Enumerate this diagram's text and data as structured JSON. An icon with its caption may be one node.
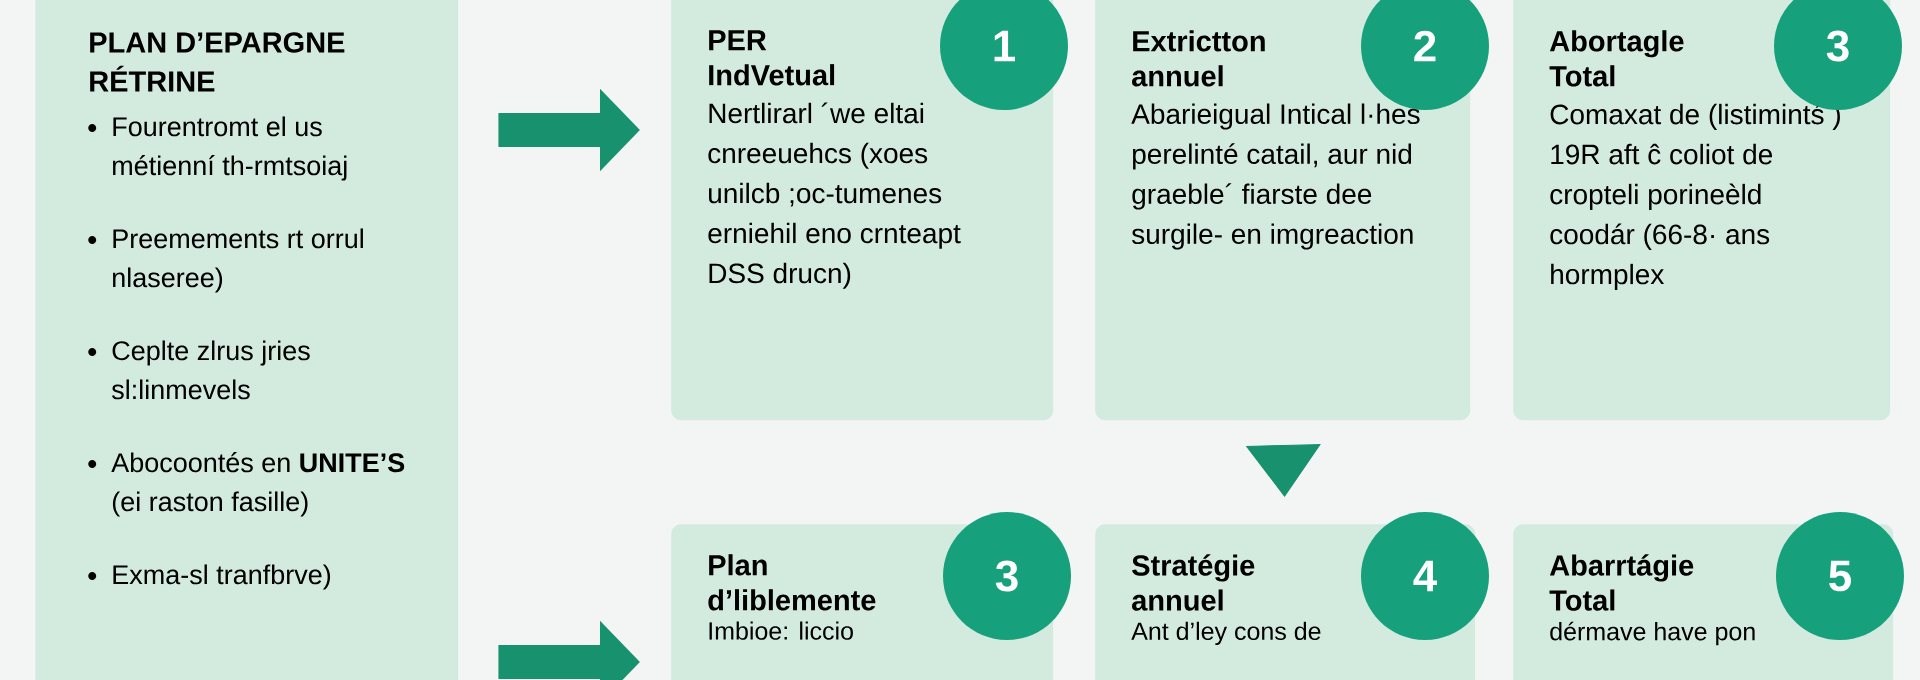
{
  "diagram": {
    "nodes": [
      {
        "text": [
          "PLAN D’EPARGNE RÉTRINE",
          "Fourentromt el us métienní th-rmtsoiaj",
          "Preemements rt orrul nlaseree)",
          "Ceplte zlrus jries sl:linmevels",
          "Abocoontés en **UNITE’S** (ei raston fasille)",
          "Exma-sl tranfbrve)"
        ]
      },
      {
        "text": [
          "PER IndVetual",
          "Nertlirarl ´we eltai cnreeuehcs (xoes unilcb ;oc-tumenes erniehil eno crnteapt DSS drucn)"
        ]
      },
      {
        "text": [
          "1"
        ]
      },
      {
        "text": [
          "Extrictton annuel",
          "Abarieigual Intical l·hes perelinté catail, aur nid graeble´ fiarste dee surgile- en imgreaction"
        ]
      },
      {
        "text": [
          "2"
        ]
      },
      {
        "text": [
          "Abortagle Total",
          "Comaxat de (listimintś ) 19R aft ĉ coliot de cropteli porineèld coodár (66-8· ans hormplex"
        ]
      },
      {
        "text": [
          "3"
        ]
      },
      {
        "text": [
          "Plan d’liblemente",
          "Imbioe: liccio"
        ]
      },
      {
        "text": [
          "3"
        ]
      },
      {
        "text": [
          "Stratégie annuel",
          "Ant d’ley cons de"
        ]
      },
      {
        "text": [
          "4"
        ]
      },
      {
        "text": [
          "Abarrtágie Total",
          "dérmave have pon"
        ]
      },
      {
        "text": [
          "5"
        ]
      }
    ],
    "edges": [
      {
        "from": 0,
        "to": 1,
        "arrow": "to"
      },
      {
        "from": 3,
        "to": 9,
        "arrow": "to"
      },
      {
        "from": 0,
        "to": 7,
        "arrow": "to"
      }
    ]
  }
}
